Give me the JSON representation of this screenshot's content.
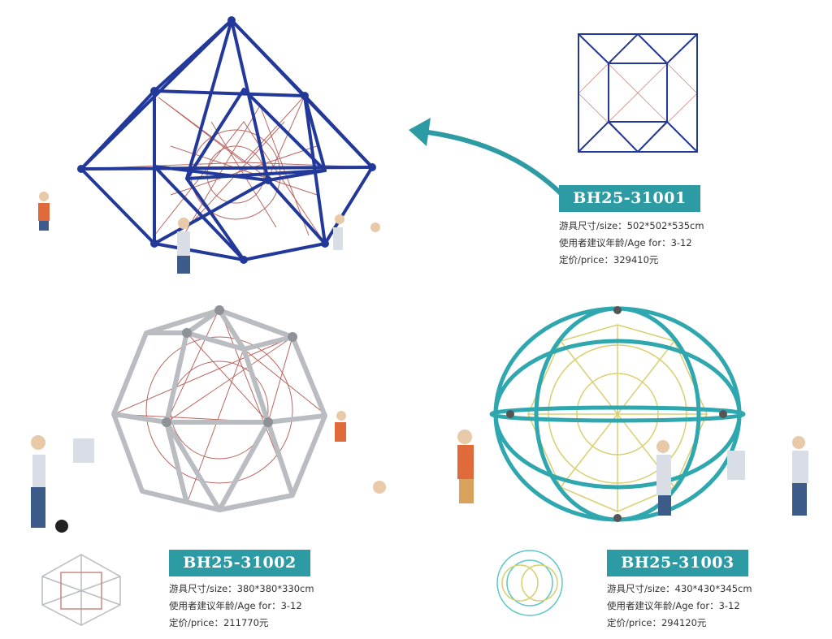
{
  "products": [
    {
      "code": "BH25-31001",
      "size": "游具尺寸/size：502*502*535cm",
      "age": "使用者建议年龄/Age  for：3-12",
      "price": "定价/price：329410元",
      "frame_color": "#23399a",
      "net_color": "#a8413a"
    },
    {
      "code": "BH25-31002",
      "size": "游具尺寸/size：380*380*330cm",
      "age": "使用者建议年龄/Age  for：3-12",
      "price": "定价/price：211770元",
      "frame_color": "#b9bcc0",
      "net_color": "#a8413a"
    },
    {
      "code": "BH25-31003",
      "size": "游具尺寸/size：430*430*345cm",
      "age": "使用者建议年龄/Age  for：3-12",
      "price": "定价/price：294120元",
      "frame_color": "#2fa7ae",
      "net_color": "#d8d070"
    }
  ],
  "accent_color": "#2d9ba3"
}
